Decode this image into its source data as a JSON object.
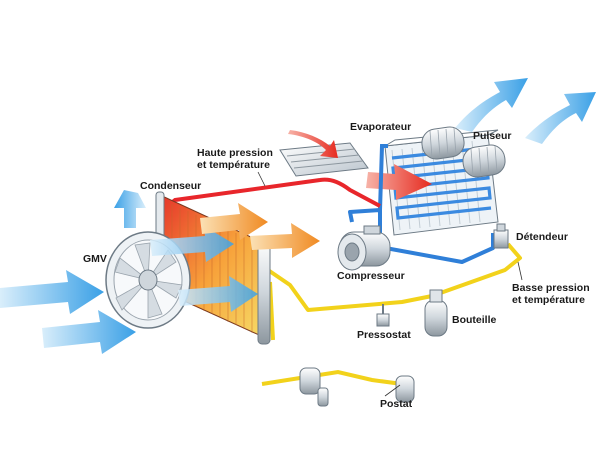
{
  "labels": {
    "evaporateur": "Evaporateur",
    "pulseur": "Pulseur",
    "haute_pression_1": "Haute pression",
    "haute_pression_2": "et température",
    "condenseur": "Condenseur",
    "detendeur": "Détendeur",
    "gmv": "GMV",
    "compresseur": "Compresseur",
    "basse_pression_1": "Basse pression",
    "basse_pression_2": "et température",
    "bouteille": "Bouteille",
    "pressostat": "Pressostat",
    "postat": "Postat"
  },
  "colors": {
    "high_pressure_line": "#e8262b",
    "low_pressure_line": "#2f7fd8",
    "liquid_line": "#f2d21b",
    "air_arrow": "#5ab3ea",
    "hot_air_arrow": "#f29a2e"
  }
}
